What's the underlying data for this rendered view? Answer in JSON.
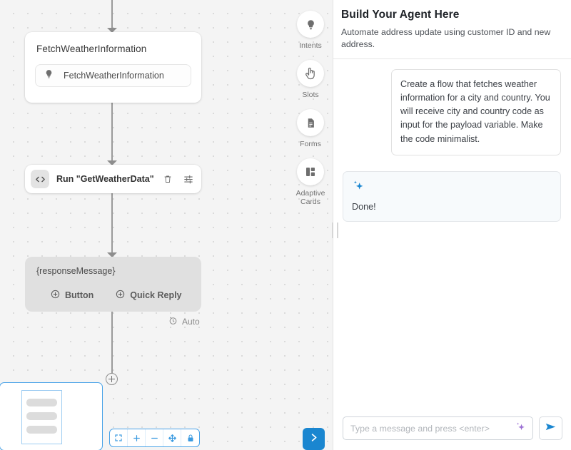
{
  "canvas": {
    "nodes": [
      {
        "name": "intent-node",
        "title": "FetchWeatherInformation",
        "chip_label": "FetchWeatherInformation",
        "chip_icon": "lightbulb-icon"
      },
      {
        "name": "code-node",
        "badge_icon": "code-icon",
        "label": "Run \"GetWeatherData\"",
        "delete_icon": "trash-icon",
        "settings_icon": "sliders-icon"
      },
      {
        "name": "message-node",
        "variable": "{responseMessage}",
        "actions": [
          {
            "label": "Button",
            "icon": "plus-circle-icon"
          },
          {
            "label": "Quick Reply",
            "icon": "plus-circle-icon"
          }
        ]
      }
    ],
    "auto_tag": {
      "label": "Auto",
      "icon": "timer-icon"
    },
    "add_node_button": "add-node-icon",
    "toolbar": [
      {
        "name": "fit-view-button",
        "icon": "fit-view-icon"
      },
      {
        "name": "zoom-in-button",
        "icon": "plus-icon"
      },
      {
        "name": "zoom-out-button",
        "icon": "minus-icon"
      },
      {
        "name": "pan-button",
        "icon": "move-icon"
      },
      {
        "name": "lock-button",
        "icon": "lock-icon"
      }
    ],
    "next_button_icon": "chevron-right-icon",
    "minimap": {
      "name": "minimap",
      "block_count": 3
    }
  },
  "palette": {
    "items": [
      {
        "label": "Intents",
        "icon": "lightbulb-icon"
      },
      {
        "label": "Slots",
        "icon": "pointing-hand-icon"
      },
      {
        "label": "Forms",
        "icon": "document-icon"
      },
      {
        "label": "Adaptive Cards",
        "icon": "adaptive-cards-icon"
      }
    ]
  },
  "chat": {
    "title": "Build Your Agent Here",
    "subtitle": "Automate address update using customer ID and new address.",
    "messages": [
      {
        "role": "user",
        "text": "Create a flow that fetches weather information for a city and country. You will receive city and country code as input for the payload variable. Make the code minimalist."
      },
      {
        "role": "assistant",
        "icon": "sparkle-icon",
        "text": "Done!"
      }
    ],
    "input": {
      "placeholder": "Type a message and press <enter>",
      "value": "",
      "sparkle_icon": "sparkle-icon",
      "send_icon": "send-icon"
    }
  },
  "colors": {
    "accent_blue": "#1a86d0",
    "toolbar_blue": "#4aa3e8",
    "sparkle_blue": "#1a86d0",
    "sparkle_purple": "#9b6fd4",
    "canvas_bg": "#f4f4f4",
    "message_node_bg": "#e0e0e0"
  }
}
